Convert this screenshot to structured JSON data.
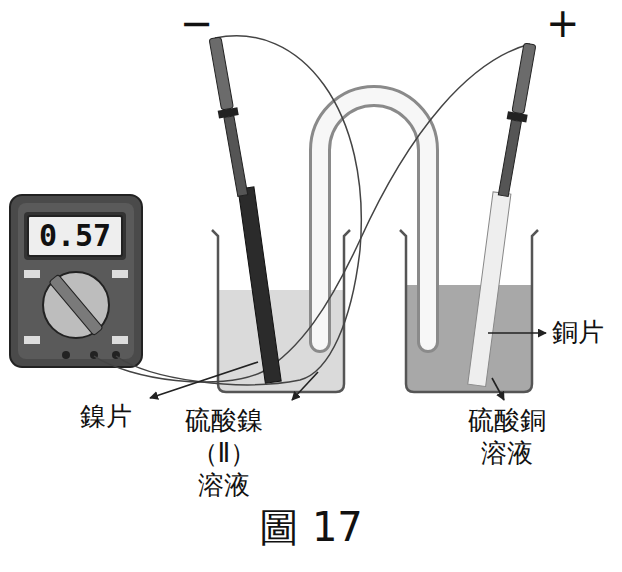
{
  "diagram": {
    "caption": "圖 17",
    "nodes": [
      {
        "text": [
          "0.57"
        ]
      }
    ],
    "labels": [
      "−",
      "+",
      "銅片",
      "鎳片",
      "硫酸鎳（Ⅱ） 溶液",
      "硫酸銅 溶液"
    ]
  }
}
